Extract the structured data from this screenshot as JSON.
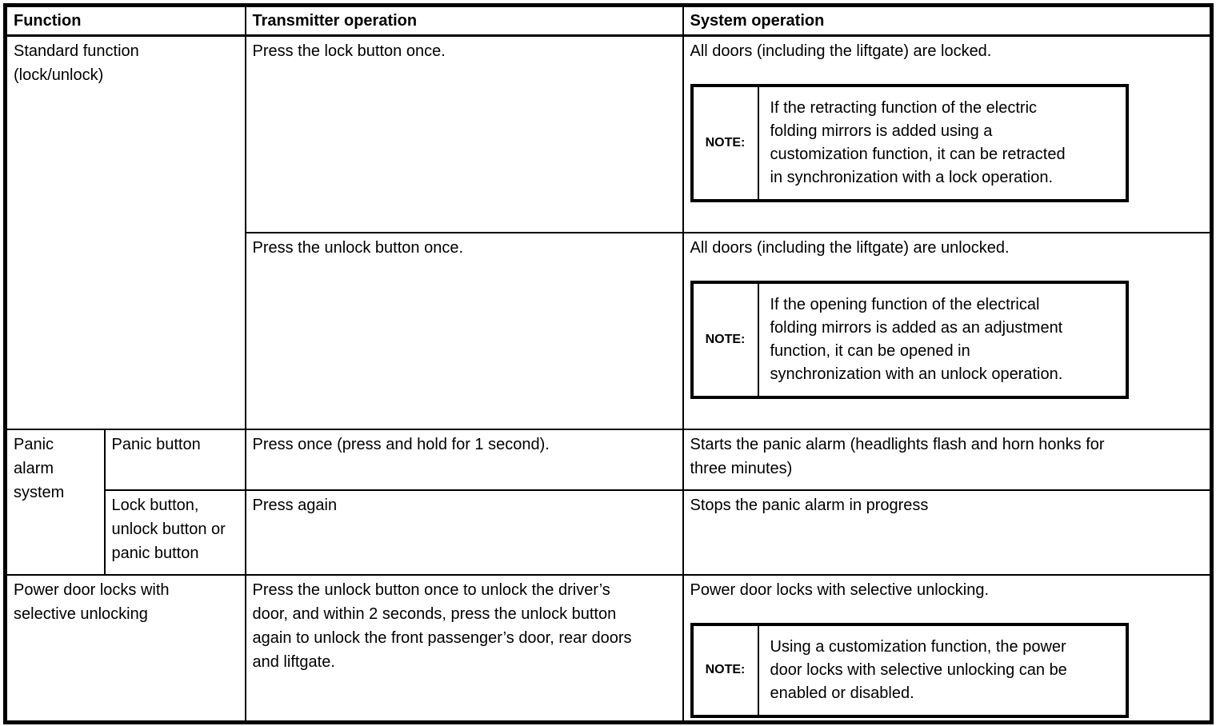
{
  "table": {
    "headers": [
      "Function",
      "Transmitter operation",
      "System operation"
    ],
    "note_label": "NOTE:",
    "standard": {
      "function": "Standard function (lock/unlock)",
      "lock": {
        "transmitter": "Press the lock button once.",
        "system": "All doors (including the liftgate) are locked.",
        "note": "If the retracting function of the electric folding mirrors is added using a customization function, it can be retracted in synchronization with a lock operation."
      },
      "unlock": {
        "transmitter": "Press the unlock button once.",
        "system": "All doors (including the liftgate) are unlocked.",
        "note": "If the opening function of the electrical folding mirrors is added as an adjustment function, it can be opened in synchronization with an unlock operation."
      }
    },
    "panic": {
      "function": "Panic alarm system",
      "start": {
        "button": "Panic button",
        "transmitter": "Press once (press and hold for 1 second).",
        "system": "Starts the panic alarm (headlights flash and horn honks for three minutes)"
      },
      "stop": {
        "button": "Lock button, unlock button or panic button",
        "transmitter": "Press again",
        "system": "Stops the panic alarm in progress"
      }
    },
    "selective": {
      "function": "Power door locks with selective unlocking",
      "transmitter": "Press the unlock button once to unlock the driver’s door, and within 2 seconds, press the unlock button again to unlock the front passenger’s door, rear doors and liftgate.",
      "system": "Power door locks with selective unlocking.",
      "note": "Using a customization function, the power door locks with selective unlocking can be enabled or disabled."
    }
  }
}
